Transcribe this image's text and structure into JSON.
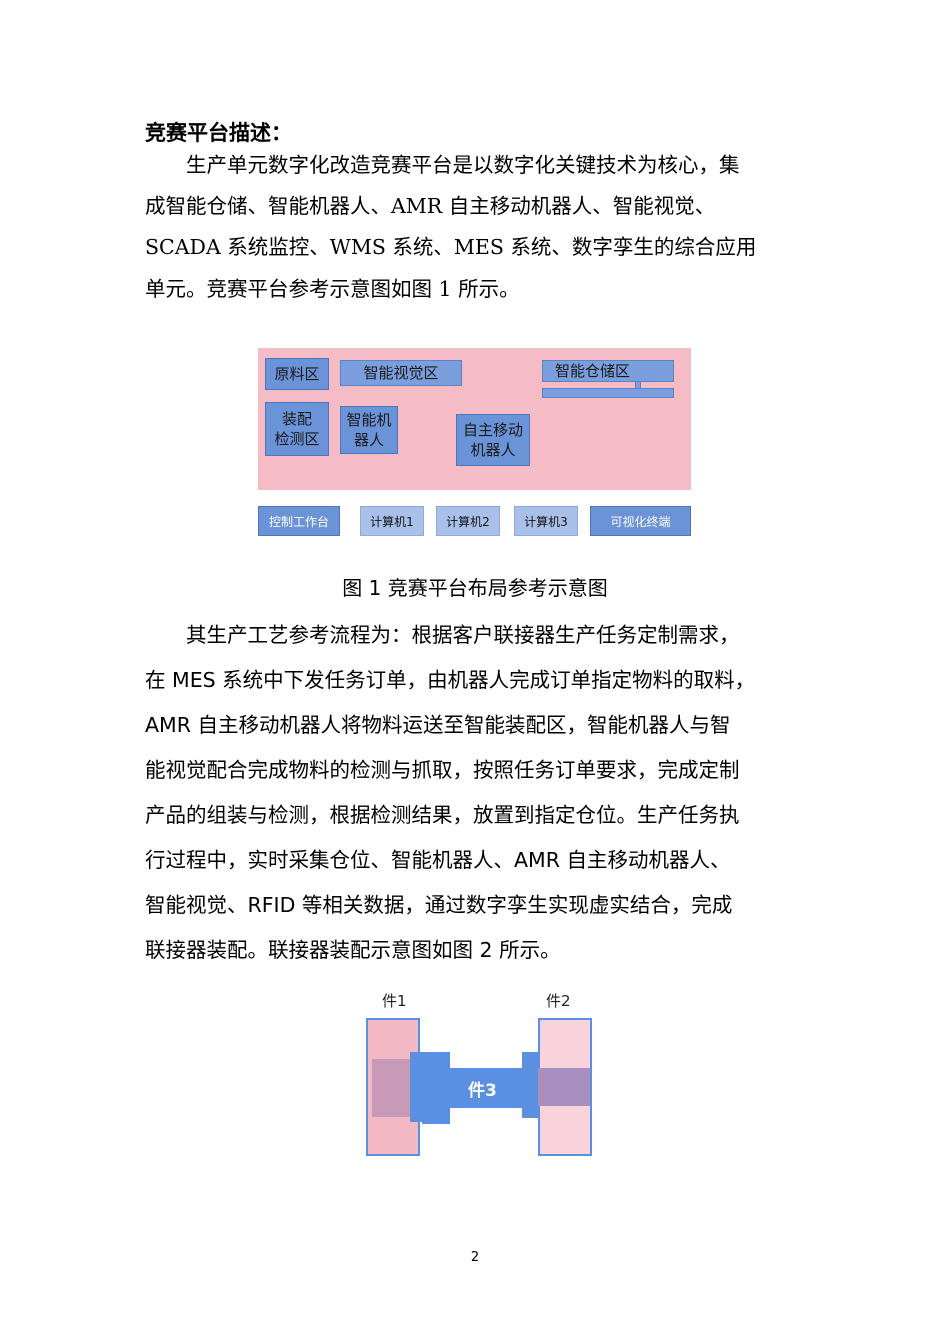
{
  "heading": "竞赛平台描述：",
  "paragraph1": [
    "　　生产单元数字化改造竞赛平台是以数字化关键技术为核心，集",
    "成智能仓储、智能机器人、AMR 自主移动机器人、智能视觉、",
    "SCADA 系统监控、WMS 系统、MES 系统、数字孪生的综合应用",
    "单元。竞赛平台参考示意图如图 1 所示。"
  ],
  "figure1": {
    "raw_material": "原料区",
    "vision_zone": "智能视觉区",
    "storage_zone": "智能仓储区",
    "assembly_line1": "装配",
    "assembly_line2": "检测区",
    "robot_line1": "智能机",
    "robot_line2": "器人",
    "amr_line1": "自主移动",
    "amr_line2": "机器人",
    "console": "控制工作台",
    "pc1": "计算机1",
    "pc2": "计算机2",
    "pc3": "计算机3",
    "terminal": "可视化终端",
    "colors": {
      "zone": "#f5bcc5",
      "box": "#6b93d8",
      "light": "#a9c1ea"
    }
  },
  "caption1": "图 1 竞赛平台布局参考示意图",
  "paragraph2": [
    "　　其生产工艺参考流程为：根据客户联接器生产任务定制需求，",
    "在 MES 系统中下发任务订单，由机器人完成订单指定物料的取料，",
    "AMR 自主移动机器人将物料运送至智能装配区，智能机器人与智",
    "能视觉配合完成物料的检测与抓取，按照任务订单要求，完成定制",
    "产品的组装与检测，根据检测结果，放置到指定仓位。生产任务执",
    "行过程中，实时采集仓位、智能机器人、AMR 自主移动机器人、",
    "智能视觉、RFID 等相关数据，通过数字孪生实现虚实结合，完成",
    "联接器装配。联接器装配示意图如图 2 所示。"
  ],
  "figure2": {
    "part1": "件1",
    "part2": "件2",
    "part3": "件3",
    "colors": {
      "part1": "#f2b8c4",
      "part2": "#f9d3dc",
      "connector": "#5b8fe0",
      "overlap": "#c79ab8"
    }
  },
  "page_number": "2"
}
